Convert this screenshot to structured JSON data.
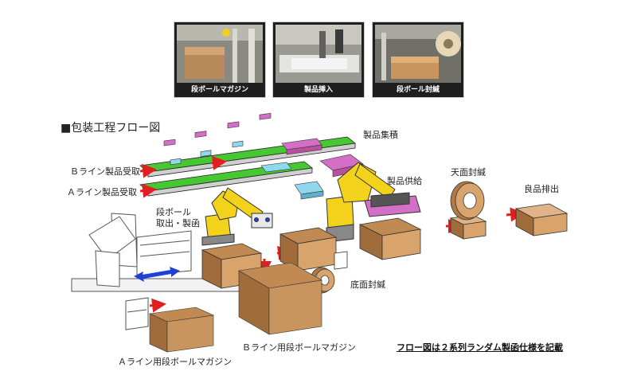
{
  "photos": [
    {
      "caption": "段ボールマガジン",
      "icon": "magazine-photo"
    },
    {
      "caption": "製品挿入",
      "icon": "insertion-photo"
    },
    {
      "caption": "段ボール封緘",
      "icon": "sealing-photo"
    }
  ],
  "section_title": "■包装工程フロー図",
  "labels": {
    "product_stack": "製品集積",
    "top_seal": "天面封緘",
    "good_discharge": "良品排出",
    "line_b_receive": "Ｂライン製品受取",
    "line_a_receive": "Ａライン製品受取",
    "product_supply": "製品供給",
    "box_takeout_line1": "段ボール",
    "box_takeout_line2": "取出・製函",
    "bottom_seal": "底面封緘",
    "magazine_a": "Ａライン用段ボールマガジン",
    "magazine_b": "Ｂライン用段ボールマガジン"
  },
  "note": "フロー図は２系列ランダム製函仕様を記載",
  "colors": {
    "conveyor": "#46c832",
    "robot": "#f3d21c",
    "cardboard": "#c08a52",
    "arrow_red": "#e02020",
    "arrow_blue": "#2040d8",
    "product_pink": "#d36fc6",
    "product_cyan": "#8fd8ee"
  }
}
